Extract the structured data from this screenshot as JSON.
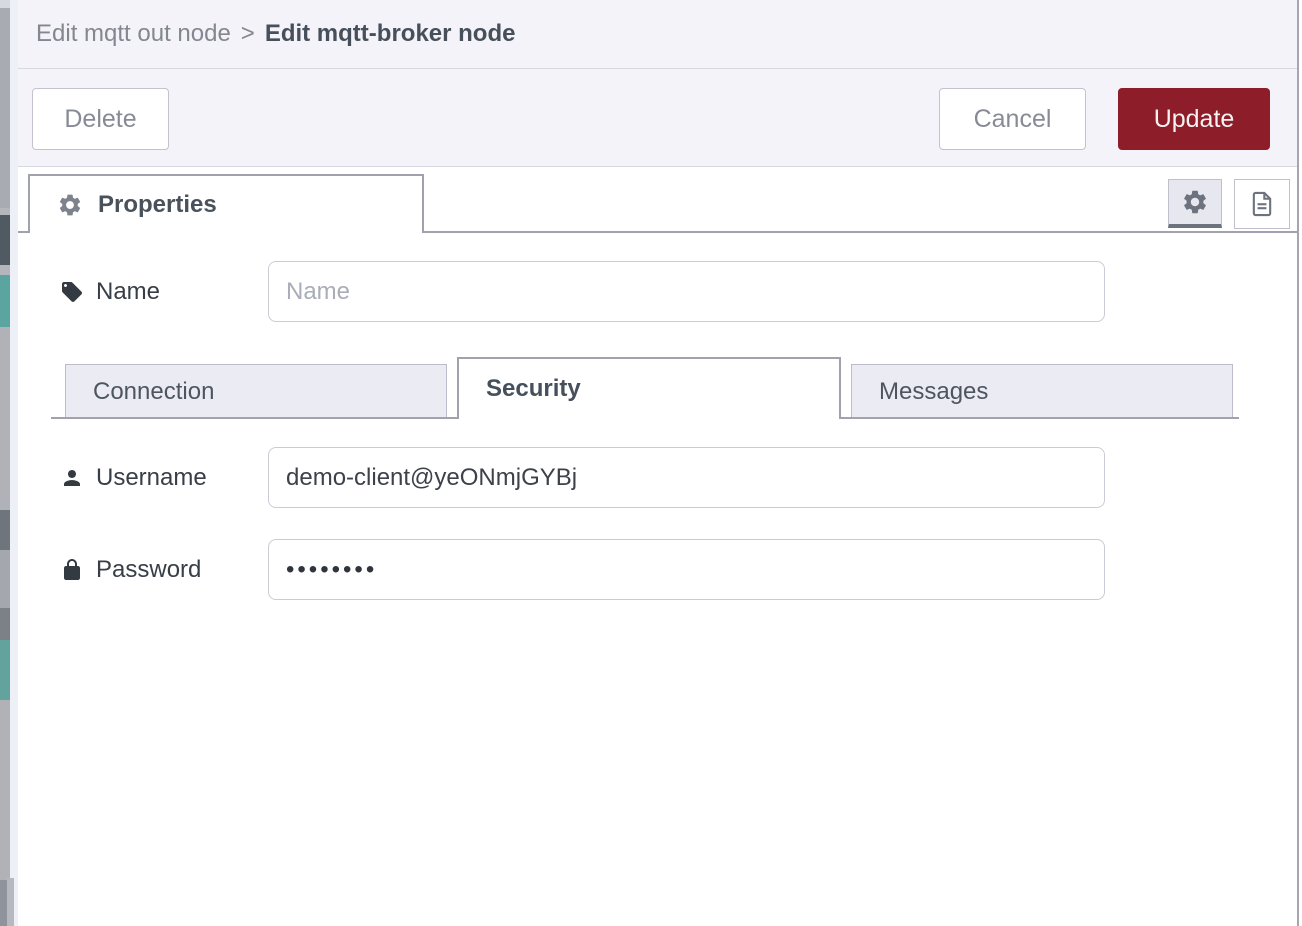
{
  "breadcrumb": {
    "parent": "Edit mqtt out node",
    "separator": ">",
    "current": "Edit mqtt-broker node"
  },
  "toolbar": {
    "delete_label": "Delete",
    "cancel_label": "Cancel",
    "update_label": "Update"
  },
  "editor_header": {
    "properties_tab": {
      "label": "Properties",
      "icon": "gear-icon",
      "active": true
    },
    "icon_buttons": [
      {
        "name": "node-settings",
        "icon": "gear-icon",
        "selected": true
      },
      {
        "name": "description",
        "icon": "doc-icon",
        "selected": false
      }
    ]
  },
  "form": {
    "name_field": {
      "label": "Name",
      "icon": "tag-icon",
      "value": "",
      "placeholder": "Name"
    },
    "broker_tabs": [
      {
        "label": "Connection",
        "active": false
      },
      {
        "label": "Security",
        "active": true
      },
      {
        "label": "Messages",
        "active": false
      }
    ],
    "username_field": {
      "label": "Username",
      "icon": "user-icon",
      "value": "demo-client@yeONmjGYBj"
    },
    "password_field": {
      "label": "Password",
      "icon": "lock-icon",
      "value": "••••••••",
      "masked_char_count": 8
    }
  },
  "colors": {
    "update_button_bg": "#8d1e29",
    "tray_header_bg": "#f3f3f9",
    "inactive_tab_bg": "#ebebf4",
    "tab_border": "#a2a2ae",
    "workspace_teal": "#5ba5a1"
  }
}
